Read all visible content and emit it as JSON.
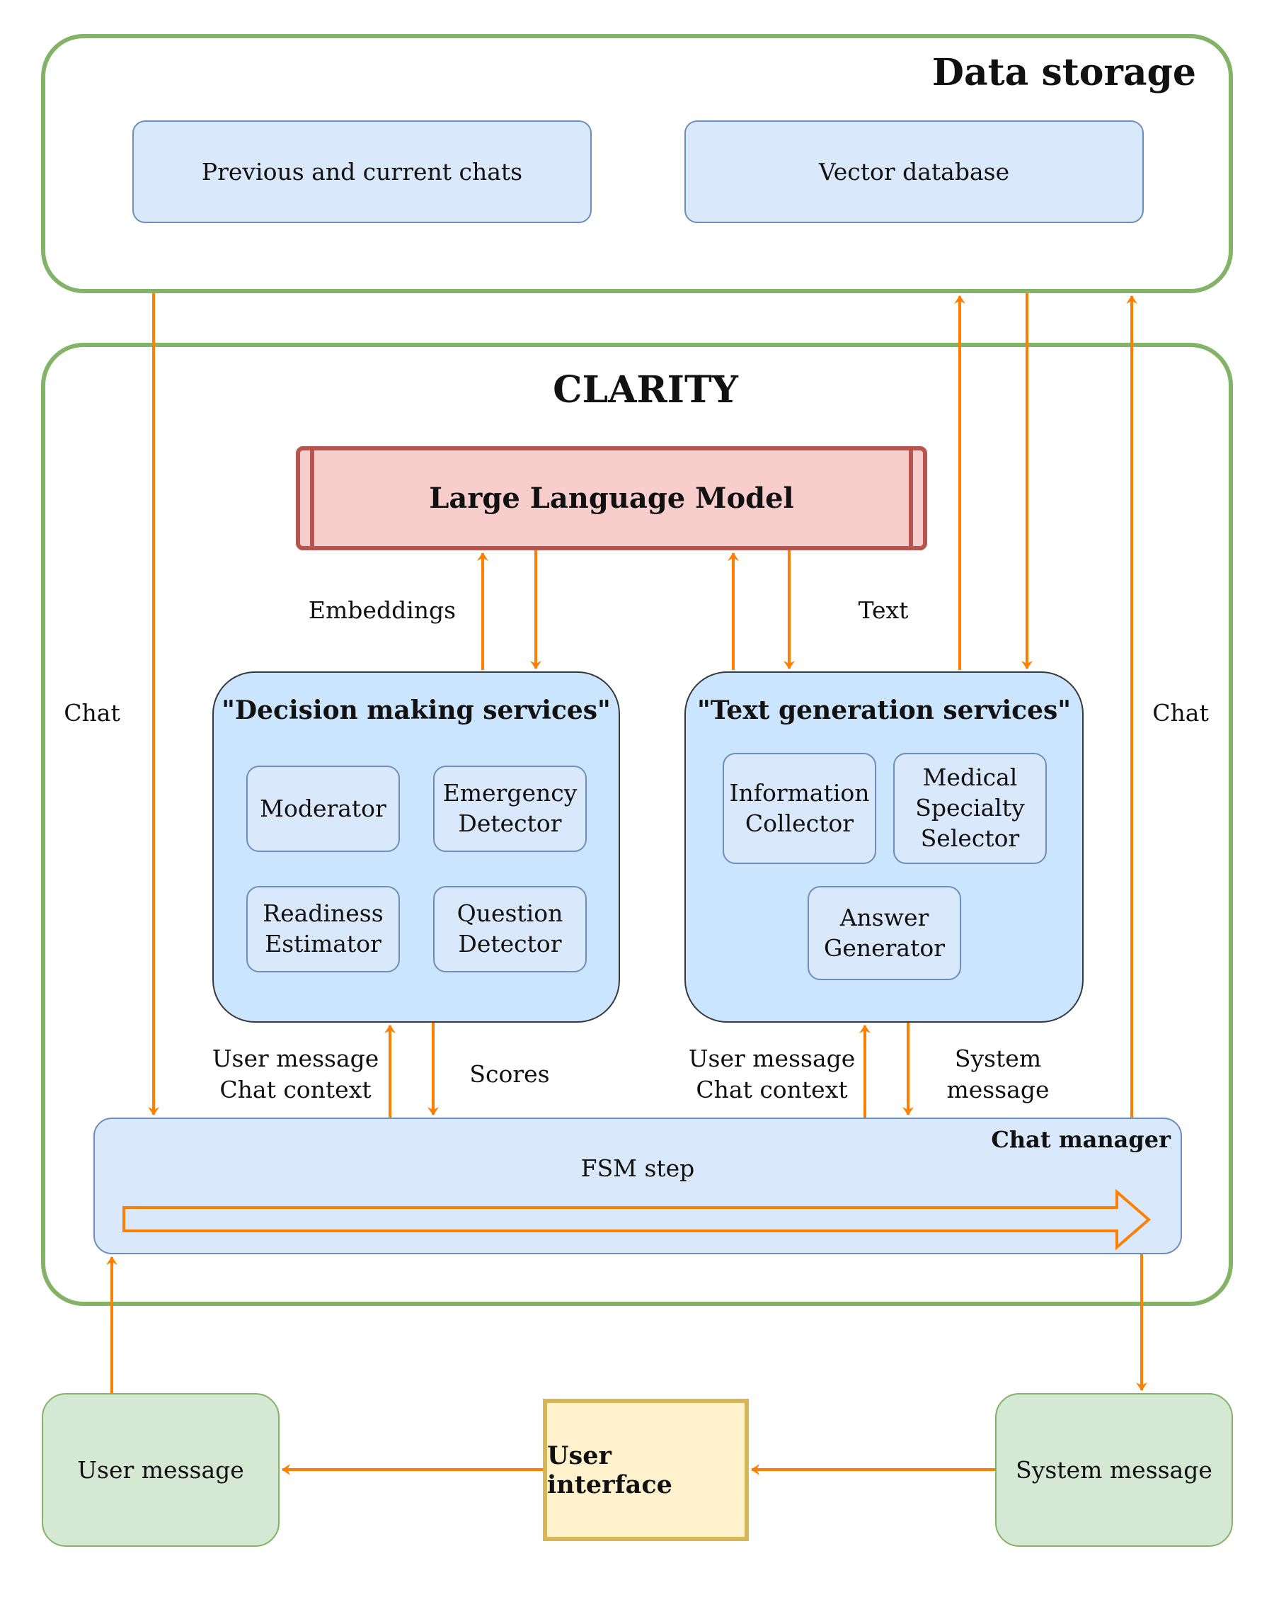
{
  "data_storage": {
    "title": "Data storage",
    "items": [
      {
        "label": "Previous and current chats"
      },
      {
        "label": "Vector database"
      }
    ]
  },
  "clarity": {
    "title": "CLARITY",
    "llm": {
      "label": "Large Language Model"
    },
    "decision_services": {
      "title": "\"Decision making services\"",
      "items": [
        {
          "label": "Moderator"
        },
        {
          "label": "Emergency\nDetector"
        },
        {
          "label": "Readiness\nEstimator"
        },
        {
          "label": "Question\nDetector"
        }
      ]
    },
    "text_services": {
      "title": "\"Text generation services\"",
      "items": [
        {
          "label": "Information\nCollector"
        },
        {
          "label": "Medical\nSpecialty\nSelector"
        },
        {
          "label": "Answer\nGenerator"
        }
      ]
    },
    "chat_manager": {
      "title": "Chat manager",
      "step_label": "FSM step"
    }
  },
  "edge_labels": {
    "embeddings": "Embeddings",
    "text": "Text",
    "chat_left": "Chat",
    "chat_right": "Chat",
    "dm_input": "User message\nChat context",
    "dm_output": "Scores",
    "tg_input": "User message\nChat context",
    "tg_output": "System\nmessage"
  },
  "io": {
    "user_message": "User message",
    "user_interface": "User interface",
    "system_message": "System message"
  },
  "colors": {
    "arrow": "#ff8000",
    "container_border": "#82b366"
  }
}
